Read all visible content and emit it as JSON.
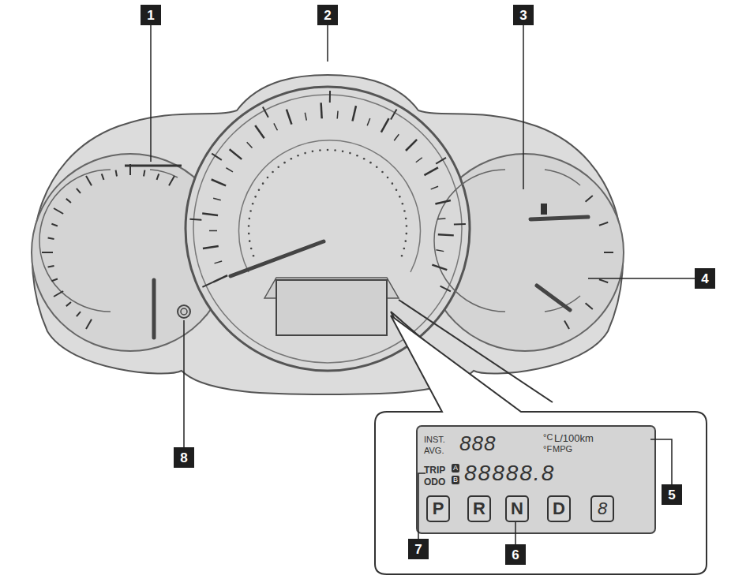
{
  "diagram": {
    "labels": [
      "1",
      "2",
      "3",
      "4",
      "5",
      "6",
      "7",
      "8",
      "INST.",
      "AVG.",
      "888",
      "°C",
      "°F",
      "L/100km",
      "MPG",
      "TRIP",
      "ODO",
      "A",
      "B",
      "88888.8",
      "P",
      "R",
      "N",
      "D",
      "8"
    ]
  }
}
